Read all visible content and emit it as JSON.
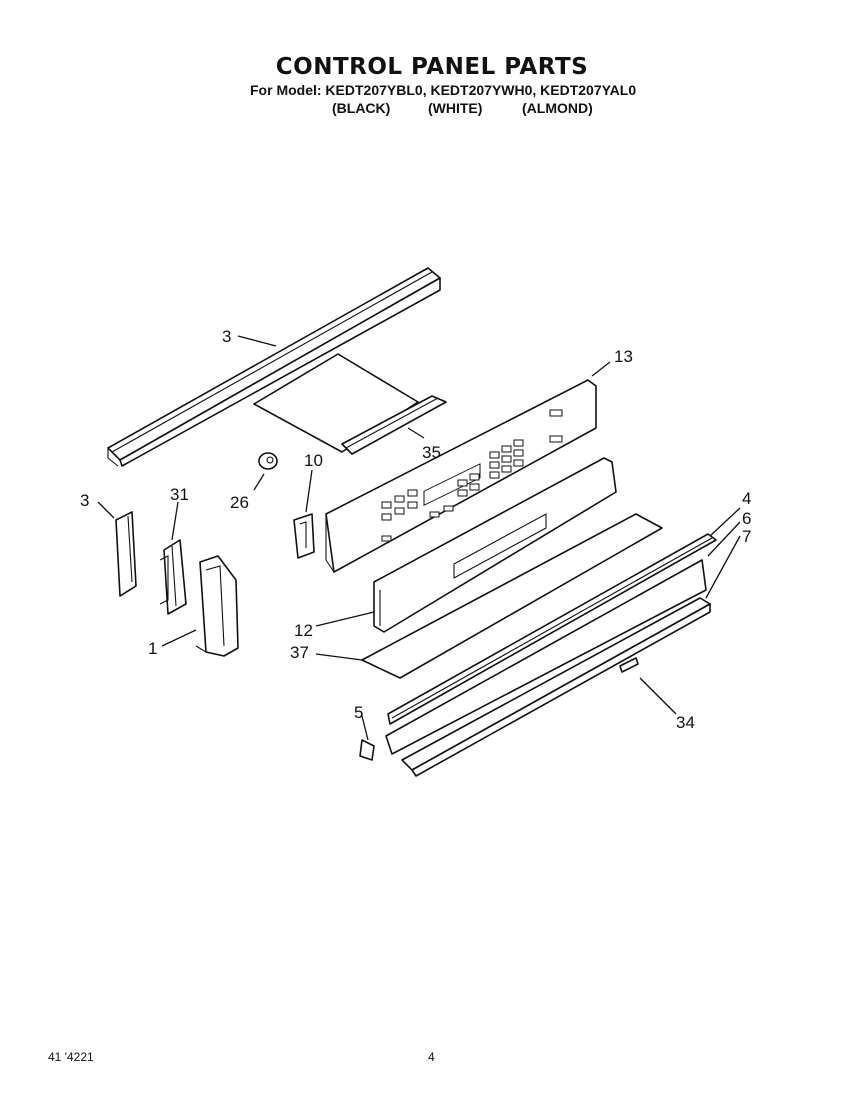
{
  "header": {
    "title": "CONTROL PANEL PARTS",
    "model_line": "For Model: KEDT207YBL0, KEDT207YWH0, KEDT207YAL0",
    "variants": [
      "(BLACK)",
      "(WHITE)",
      "(ALMOND)"
    ]
  },
  "callouts": {
    "c3_top": "3",
    "c13": "13",
    "c35": "35",
    "c10": "10",
    "c26": "26",
    "c3_left": "3",
    "c31": "31",
    "c1": "1",
    "c4": "4",
    "c6": "6",
    "c7": "7",
    "c12": "12",
    "c37": "37",
    "c5": "5",
    "c34": "34"
  },
  "footer": {
    "doc_number": "41 '4221",
    "page": "4"
  }
}
